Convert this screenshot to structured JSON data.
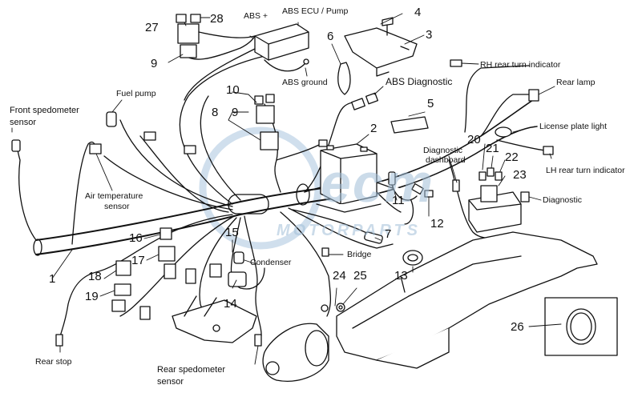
{
  "labels": {
    "abs_plus": "ABS +",
    "abs_ecu": "ABS ECU / Pump",
    "abs_ground": "ABS ground",
    "abs_diag": "ABS Diagnostic",
    "fuel_pump": "Fuel pump",
    "front_speedo_1": "Front spedometer",
    "front_speedo_2": "sensor",
    "air_temp_1": "Air temperature",
    "air_temp_2": "sensor",
    "rh_rear_turn": "RH rear turn indicator",
    "rear_lamp": "Rear lamp",
    "license_plate": "License plate light",
    "lh_rear_turn": "LH rear turn indicator",
    "diagnostic": "Diagnostic",
    "diag_dash_1": "Diagnostic",
    "diag_dash_2": "dashboard",
    "condenser": "Condenser",
    "bridge": "Bridge",
    "rear_stop": "Rear stop",
    "rear_speedo_1": "Rear spedometer",
    "rear_speedo_2": "sensor"
  },
  "numbers": {
    "n1": "1",
    "n2": "2",
    "n3": "3",
    "n4": "4",
    "n5": "5",
    "n6": "6",
    "n7": "7",
    "n8": "8",
    "n9a": "9",
    "n9b": "9",
    "n10": "10",
    "n11": "11",
    "n12": "12",
    "n13": "13",
    "n14": "14",
    "n15": "15",
    "n16": "16",
    "n17": "17",
    "n18": "18",
    "n19": "19",
    "n20": "20",
    "n21": "21",
    "n22": "22",
    "n23": "23",
    "n24": "24",
    "n25": "25",
    "n26": "26",
    "n27": "27",
    "n28": "28"
  },
  "watermark": {
    "logo": "ecm",
    "text": "MOTORPARTS"
  }
}
